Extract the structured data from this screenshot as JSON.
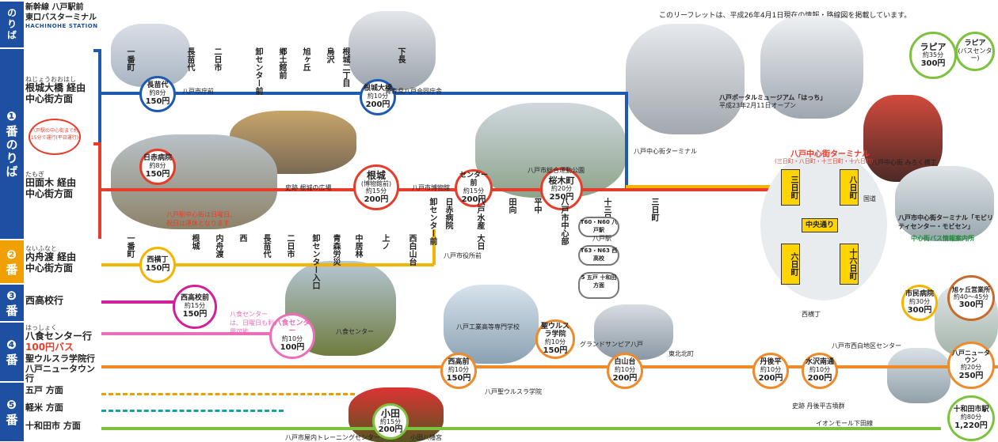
{
  "header": {
    "notice": "このリーフレットは、平成26年4月1日現在の情報・路線図を掲載しています。",
    "origin_line1": "新幹線 八戸駅前",
    "origin_line2": "東口バスターミナル",
    "origin_sub": "HACHINOHE STATION",
    "noriba": "のりば"
  },
  "tabs": [
    {
      "label": "❶番のりば",
      "color": "#1e4fa0"
    },
    {
      "label": "❷番",
      "color": "#f0a000"
    },
    {
      "label": "❸番",
      "color": "#d0209a"
    },
    {
      "label": "❹番",
      "color": "#2a6fbf"
    },
    {
      "label": "❺番",
      "color": "#1e8a6a"
    }
  ],
  "routes": [
    {
      "label": "根城大橋 経由",
      "sub": "ねじょうおおはし",
      "dest": "中心街方面",
      "color": "#1e5bb0"
    },
    {
      "label": "田面木 経由",
      "sub": "たもぎ",
      "dest": "中心街方面",
      "color": "#e83c2a"
    },
    {
      "label": "内舟渡 経由",
      "sub": "ないふなと",
      "dest": "中心街方面",
      "color": "#f5b400"
    },
    {
      "label": "西高校行",
      "dest": "",
      "color": "#d0209a"
    },
    {
      "label": "八食センター行",
      "sub": "はっしょく",
      "dest": "100円バス",
      "color": "#ea6fb6"
    },
    {
      "label": "聖ウルスラ学院行",
      "dest": "八戸ニュータウン行",
      "color": "#ee8a2a"
    },
    {
      "label": "五戸 方面",
      "dest": "",
      "color": "#e8a000"
    },
    {
      "label": "軽米 方面",
      "dest": "",
      "color": "#18a0a0"
    },
    {
      "label": "十和田市 方面",
      "dest": "",
      "color": "#7cc23c"
    }
  ],
  "stops": {
    "r1_a": {
      "name": "長苗代",
      "time": "約8分",
      "fare": "150円"
    },
    "r1_b": {
      "name": "根城大橋",
      "time": "約10分",
      "fare": "200円"
    },
    "r1_c": {
      "name": "日赤病院",
      "time": "約8分",
      "fare": "150円"
    },
    "r1_main": {
      "name": "根城",
      "sub": "(博物館前)",
      "time": "約15分",
      "fare": "200円"
    },
    "r1_center": {
      "name": "センター前",
      "time": "約15分",
      "fare": "200円"
    },
    "sakuragi": {
      "name": "桜木町",
      "time": "約20分",
      "fare": "250円"
    },
    "r2_a": {
      "name": "西横丁",
      "time": "",
      "fare": "150円"
    },
    "nishi": {
      "name": "西高校前",
      "time": "約15分",
      "fare": "150円"
    },
    "hasshoku": {
      "name": "八食センター",
      "time": "約10分",
      "fare": "100円"
    },
    "nishikouri": {
      "name": "西高前",
      "time": "約10分",
      "fare": "150円"
    },
    "ursula": {
      "name": "聖ウルスラ学院",
      "time": "約10分",
      "fare": "150円"
    },
    "shirayamadai": {
      "name": "白山台",
      "time": "約10分",
      "fare": "200円"
    },
    "tangohira": {
      "name": "丹後平",
      "time": "約10分",
      "fare": "200円"
    },
    "suishin": {
      "name": "水沢南通",
      "time": "約10分",
      "fare": "200円"
    },
    "newtown": {
      "name": "八戸ニュータウン",
      "time": "約20分",
      "fare": "250円"
    },
    "kotsuka": {
      "name": "小田",
      "time": "約15分",
      "fare": "200円"
    },
    "lapia": {
      "name": "ラピア",
      "time": "約35分",
      "fare": "300円"
    },
    "lapia2": {
      "name": "ラピア",
      "sub": "(バスセンター)",
      "time": "",
      "fare": ""
    },
    "towada": {
      "name": "十和田市駅",
      "time": "約80分",
      "fare": "1,220円"
    },
    "shiminhp": {
      "name": "市民病院",
      "time": "約30分",
      "fare": "300円"
    },
    "a3": {
      "name": "旭ヶ丘営業所",
      "time": "約40〜45分",
      "fare": "300円"
    },
    "gonohe": {
      "name": "八戸駅",
      "time": "",
      "fare": ""
    }
  },
  "vstops_r1": [
    "一番町",
    "長苗代",
    "二日市",
    "卸センター前",
    "郷土館前",
    "旭ヶ丘",
    "烏沢",
    "根城二丁目",
    "下長",
    "卸センター前",
    "日赤病院",
    "八戸水産",
    "田向",
    "平中",
    "八戸市中心部",
    "十三日町",
    "三日町"
  ],
  "vstops_r2": [
    "一番町",
    "根城",
    "内舟渡",
    "西",
    "長苗代",
    "二日市",
    "卸センター入口",
    "青森労災",
    "中居林",
    "上ノ",
    "西白山台",
    "大日"
  ],
  "transfer": {
    "title": "八戸中心街ターミナル",
    "sub": "(三日町・八日町・十三日町・十六日町)",
    "cards": [
      "三日町",
      "八日町",
      "六日町",
      "十六日町"
    ],
    "center": "中央通り"
  },
  "routes_small": {
    "t60": "T60・N60 八戸駅",
    "t63": "T63・N63 西高校",
    "s": "5 五戸 十和田方面"
  },
  "labels": {
    "center_badge1": "八戸中心街ターミナル",
    "portal": "八戸ポータルミュージアム「はっち」",
    "portal_sub": "平成23年2月11日オープン",
    "hachinohe_city": "八戸市庁前",
    "hachinohe_city2": "八戸市役所前",
    "nebutaoka": "八戸市中心街ターミナル「モビリティセンター・モビセン」",
    "nebutaoka2": "中心街バス情報案内所",
    "hachinohe_museum": "八戸市博物館",
    "shifudo": "史跡 根城の広場",
    "hachiyoko": "八戸中心街 みろく横丁",
    "ion": "イオンモール下田線",
    "training": "八戸市屋内トレーニングセンター",
    "ursula_school": "八戸聖ウルスラ学院",
    "kogyo": "八戸工業高等専門学校",
    "grand": "グランドサンピア八戸",
    "tohoku": "東北北町",
    "shimizu": "八戸市総合運動公園",
    "nishi_hall": "八戸市西白地区センター",
    "hasshoku_center": "八食センター",
    "hasshoku_note": "八食センターは、日曜日も利用可能",
    "note_r1": "八戸駅の中心街まで約15分で運行(平日運行)",
    "note_r2": "八戸駅中心街は日曜日、祝日は運休となります",
    "note_r5": "青森県八戸合同庁舎",
    "oryu": "小田八幡宮",
    "shishiyama": "史跡 丹後平古墳群",
    "kotsu": "西横丁",
    "hirahara": "国道"
  }
}
